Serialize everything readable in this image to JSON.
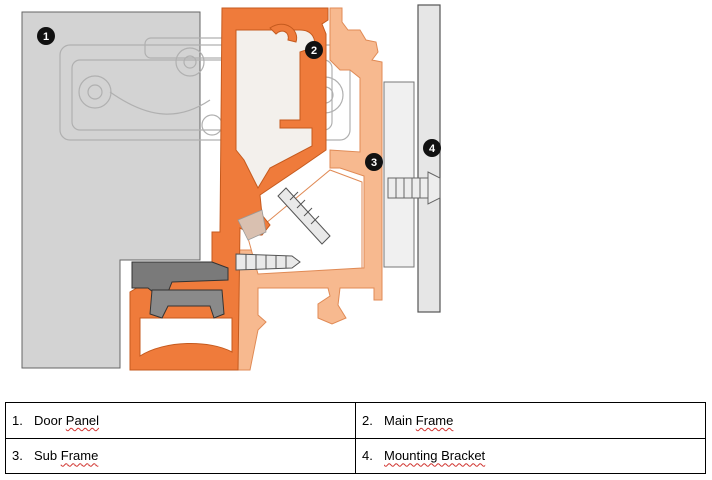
{
  "diagram": {
    "title": "",
    "markers": [
      {
        "number": "1"
      },
      {
        "number": "2"
      },
      {
        "number": "3"
      },
      {
        "number": "4"
      }
    ]
  },
  "legend": [
    {
      "number": "1.",
      "label": "Door Panel",
      "plain_part": "Door ",
      "squiggle_part": "Panel"
    },
    {
      "number": "2.",
      "label": "Main Frame",
      "plain_part": "Main ",
      "squiggle_part": "Frame"
    },
    {
      "number": "3.",
      "label": "Sub Frame",
      "plain_part": "Sub ",
      "squiggle_part": "Frame"
    },
    {
      "number": "4.",
      "label": "Mounting Bracket",
      "plain_part": "",
      "squiggle_part": "Mounting Bracket"
    }
  ],
  "colors": {
    "door_panel": "#d3d3d3",
    "main_frame": "#ef7b3b",
    "sub_frame": "#f7b98f",
    "bracket": "#e6e6e6",
    "marker": "#111111",
    "outline": "#555555"
  }
}
